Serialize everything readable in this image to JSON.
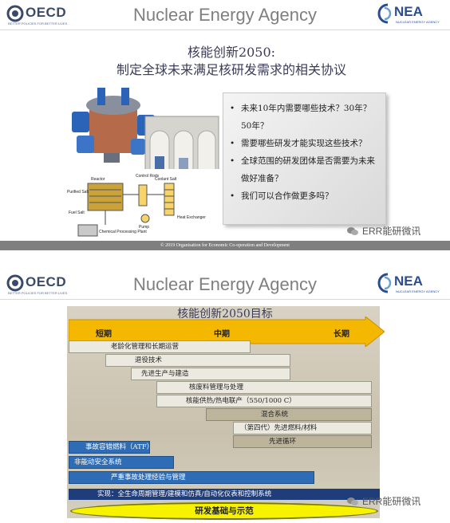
{
  "header": {
    "oecd_name": "OECD",
    "oecd_tagline": "BETTER POLICIES FOR BETTER LIVES",
    "title": "Nuclear Energy Agency",
    "nea_name": "NEA",
    "nea_tagline": "NUCLEAR ENERGY AGENCY"
  },
  "slide1": {
    "title_line1": "核能创新2050:",
    "title_line2": "制定全球未来满足核研发需求的相关协议",
    "diagram_labels": [
      "Control Rods",
      "Coolant Salt",
      "Reactor",
      "Purified Salt",
      "Fuel Salt",
      "Pump",
      "Heat Exchanger",
      "Chemical Processing Plant"
    ],
    "bullets": [
      "未来10年内需要哪些技术？30年？50年？",
      "需要哪些研发才能实现这些技术？",
      "全球范围的研发团体是否需要为未来做好准备？",
      "我们可以合作做更多吗？"
    ],
    "footer": "© 2019 Organisation for Economic Co-operation and Development"
  },
  "watermark": "ERR能研微讯",
  "slide2": {
    "title": "核能创新2050目标",
    "arrow_labels": {
      "short": "短期",
      "mid": "中期",
      "long": "长期"
    },
    "bars": [
      "老龄化管理和长期运营",
      "退役技术",
      "先进生产与建造",
      "核废料管理与处理",
      "核能供热/热电联产（550/1000 C）",
      "混合系统",
      "（第四代）先进燃料/材料",
      "先进循环",
      "事故容错燃料（ATF）",
      "非能动安全系统",
      "严重事故处理经验与管理"
    ],
    "support": "实现：全生命周期管理/建模和仿真/自动化仪表和控制系统",
    "foundation": "研发基础与示范"
  },
  "colors": {
    "arrow": "#f5b800",
    "bar_light": "#eceae0",
    "bar_olive": "#bcb59c",
    "bar_blue": "#2e6db5",
    "support_strip": "#1f3d7a",
    "foundation": "#f6f200",
    "footer": "#7f7f7f"
  }
}
